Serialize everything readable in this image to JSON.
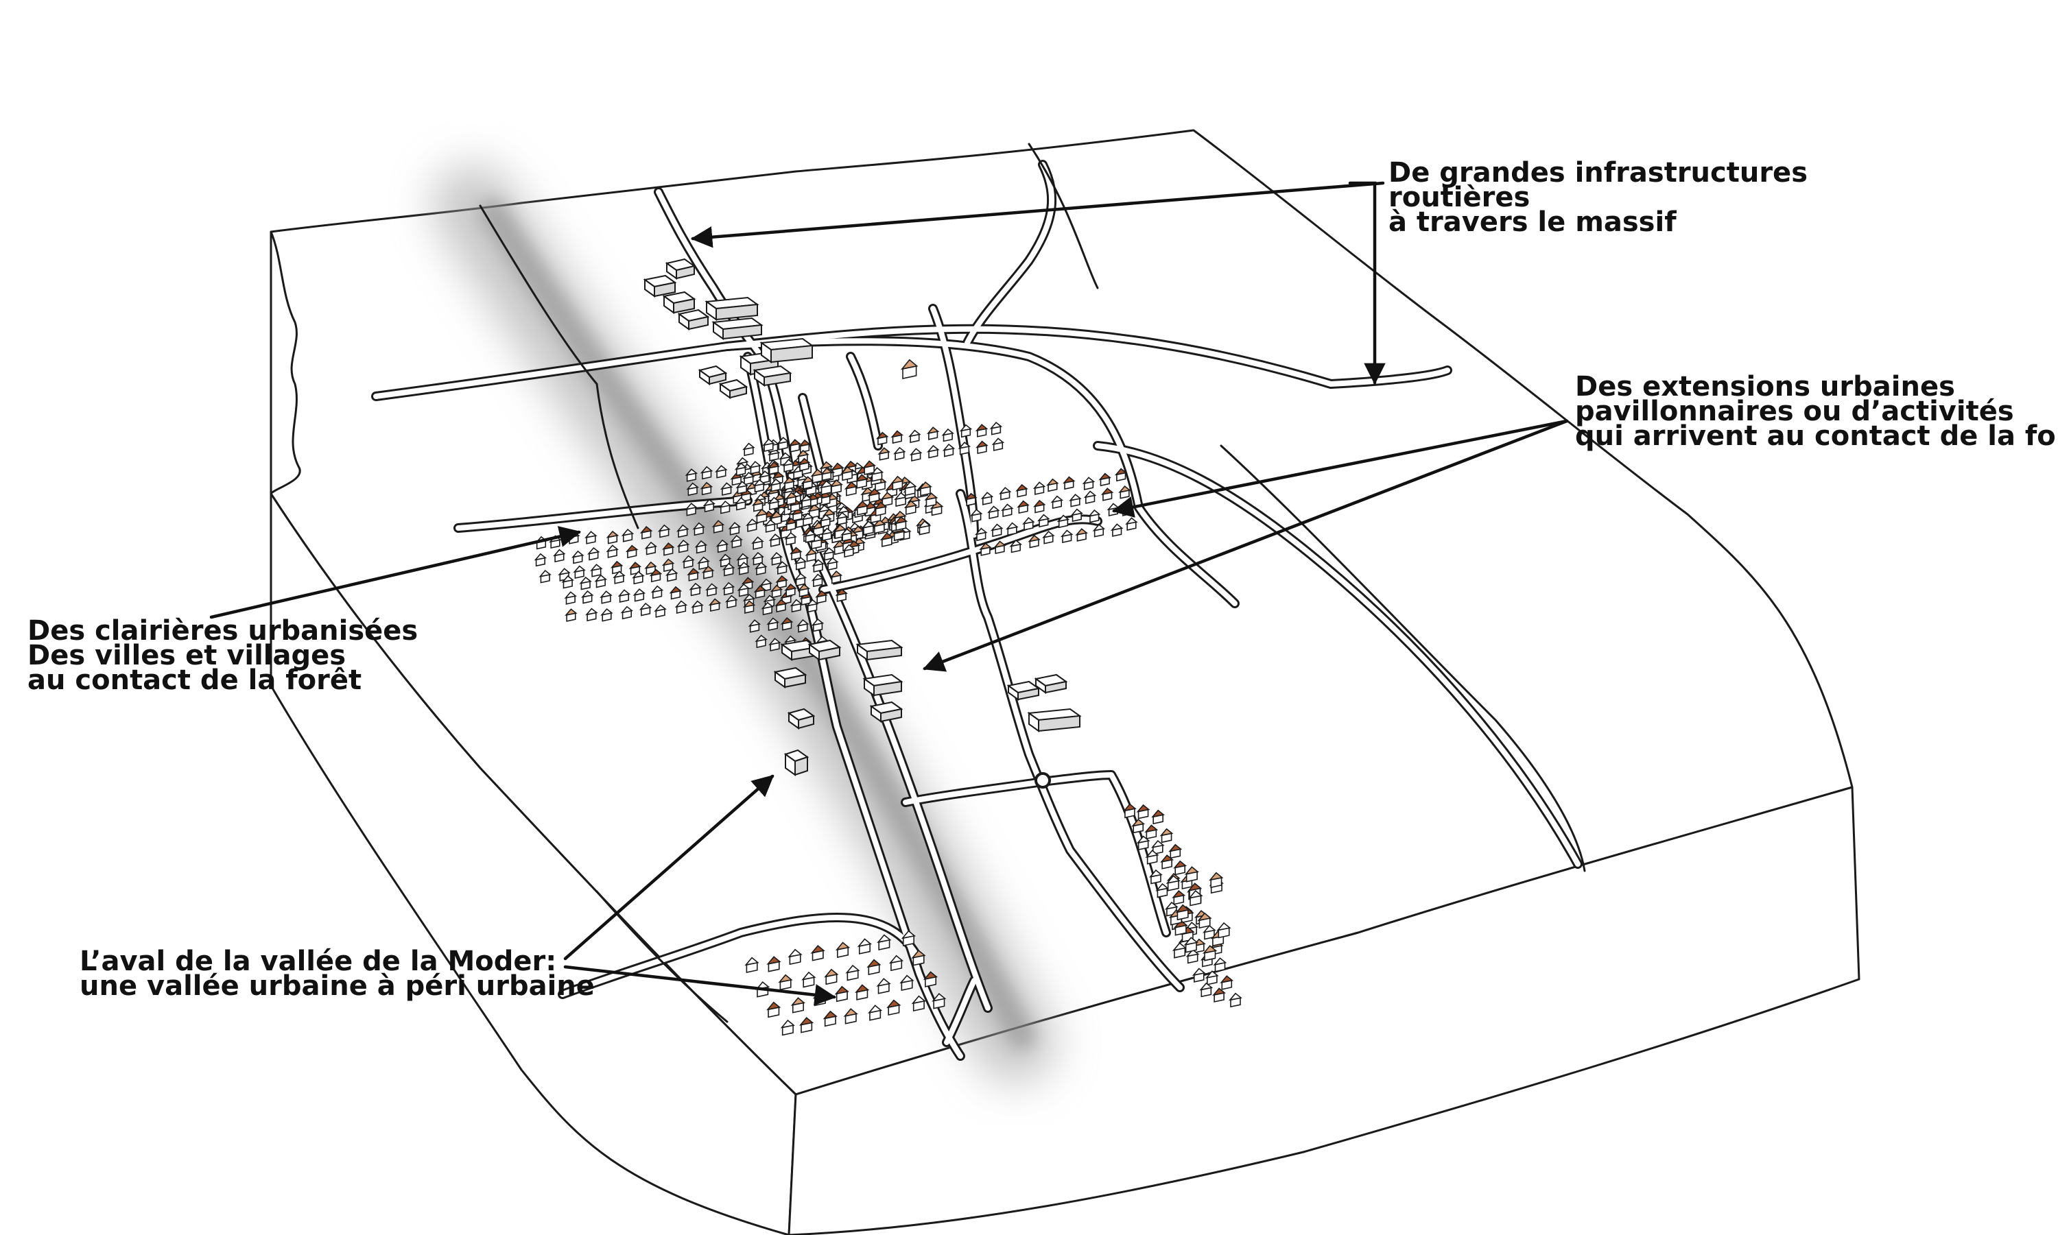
{
  "annotations": [
    {
      "id": "infra",
      "lines": [
        "De grandes infrastructures",
        "routières",
        "à travers le massif"
      ]
    },
    {
      "id": "ext",
      "lines": [
        "Des extensions urbaines",
        "pavillonnaires ou d’activités",
        "qui arrivent au contact de la forêt"
      ]
    },
    {
      "id": "clair",
      "lines": [
        "Des clairières urbanisées",
        "Des villes et villages",
        "au contact de la forêt"
      ]
    },
    {
      "id": "aval",
      "lines": [
        "L’aval de la vallée de la Moder:",
        "une vallée urbaine à péri urbaine"
      ]
    }
  ],
  "colors": {
    "ink": "#1a1a1a",
    "terrain": "#ffffff",
    "roof": "#a0522d",
    "roof_light": "#d8a27a",
    "valley_shadow": "#c8c8c8"
  }
}
